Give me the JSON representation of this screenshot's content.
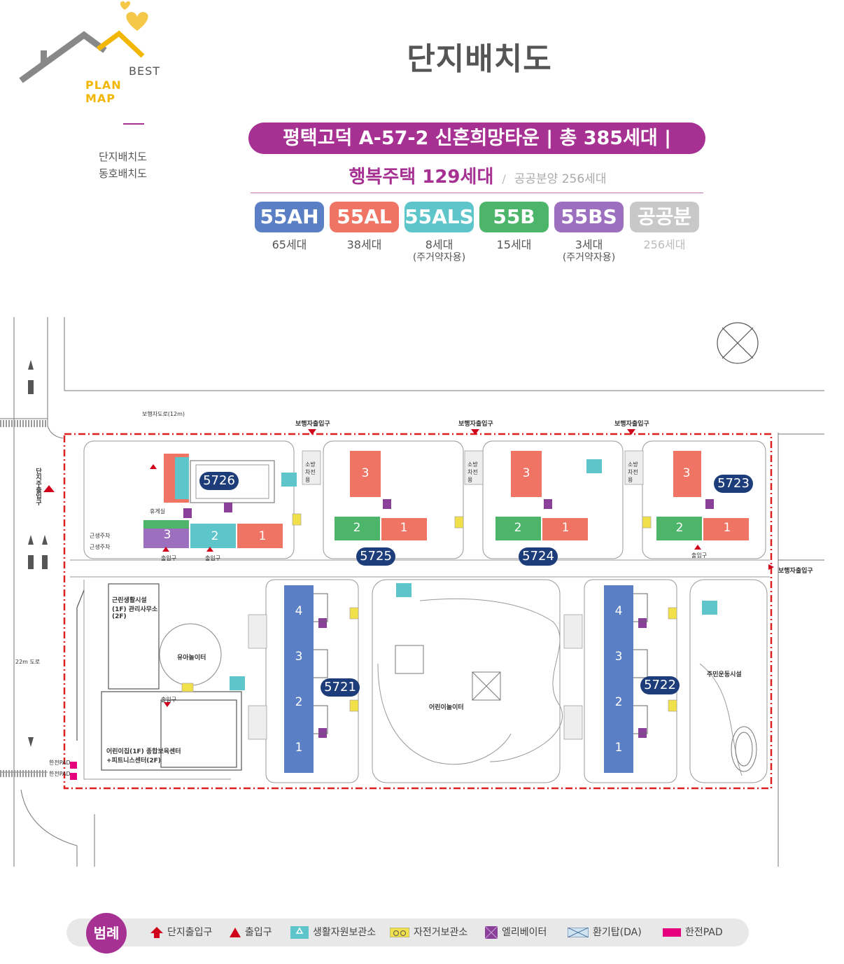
{
  "logo": {
    "line1": "BEST",
    "line2": "PLAN MAP"
  },
  "nav": {
    "items": [
      "단지배치도",
      "동호배치도"
    ]
  },
  "title": "단지배치도",
  "banner": "평택고덕 A-57-2 신혼희망타운 | 총 385세대 |",
  "subtitle": {
    "main": "행복주택 129세대",
    "separator": "/",
    "public": "공공분양 256세대"
  },
  "units": [
    {
      "name": "55AH",
      "count": "65세대",
      "note": "",
      "color": "#5b7fc4"
    },
    {
      "name": "55AL",
      "count": "38세대",
      "note": "",
      "color": "#ef7464"
    },
    {
      "name": "55ALS",
      "count": "8세대",
      "note": "(주거약자용)",
      "color": "#5ec6cb"
    },
    {
      "name": "55B",
      "count": "15세대",
      "note": "",
      "color": "#4db56a"
    },
    {
      "name": "55BS",
      "count": "3세대",
      "note": "(주거약자용)",
      "color": "#9c6fbf"
    },
    {
      "name": "공공분양",
      "count": "256세대",
      "note": "",
      "color": "#c8c8c8"
    }
  ],
  "plan": {
    "blocks": [
      "5726",
      "5725",
      "5724",
      "5723",
      "5721",
      "5722"
    ],
    "labels": {
      "sidewalk": "보행자도로(12m)",
      "ped_entrance": "보행자출입구",
      "complex_entrance": "단지주출입구",
      "road_22m": "22m 도로",
      "neighborhood_parking": "근생주차",
      "community": "근린생활시설(1F) 관리사무소(2F)",
      "toddler_play": "유아놀이터",
      "daycare": "어린이집(1F) 종합보육센터+피트니스센터(2F)",
      "children_play": "어린이놀이터",
      "resident_sports": "주민운동시설",
      "kepco_pad": "한전PAD",
      "entrance": "출입구",
      "lounge": "휴게실",
      "fire_stair": "소방차전용"
    }
  },
  "legend": {
    "title": "범례",
    "items": [
      {
        "icon": "complex-entrance-icon",
        "label": "단지출입구"
      },
      {
        "icon": "entrance-icon",
        "label": "출입구"
      },
      {
        "icon": "recycling-icon",
        "label": "생활자원보관소"
      },
      {
        "icon": "bicycle-icon",
        "label": "자전거보관소"
      },
      {
        "icon": "elevator-icon",
        "label": "엘리베이터"
      },
      {
        "icon": "vent-icon",
        "label": "환기탑(DA)"
      },
      {
        "icon": "kepco-pad-icon",
        "label": "한전PAD"
      }
    ],
    "colors": {
      "accent": "#a63192",
      "entrance": "#d0021b",
      "kepco": "#e6007e",
      "bicycle": "#f2e04a",
      "elevator": "#8a3f99"
    }
  }
}
